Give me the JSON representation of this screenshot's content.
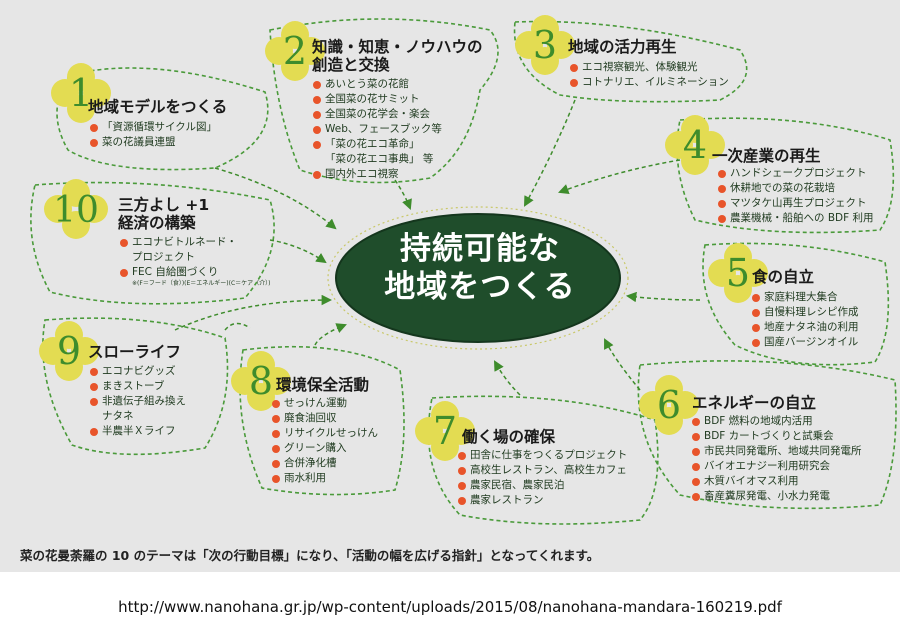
{
  "center": {
    "line1": "持続可能な",
    "line2": "地域をつくる"
  },
  "colors": {
    "bubble_border": "#4a9a3a",
    "center_fill": "#1f4d2b",
    "clover": "#e3dc52",
    "numeral": "#3e8c2c",
    "bullet": "#e8542a"
  },
  "themes": [
    {
      "id": "t1",
      "number": "1",
      "title": "地域モデルをつくる",
      "title2": "",
      "items": [
        "「資源循環サイクル図」",
        "菜の花議員連盟"
      ]
    },
    {
      "id": "t2",
      "number": "2",
      "title": "知識・知恵・ノウハウの",
      "title2": "創造と交換",
      "items": [
        "あいとう菜の花館",
        "全国菜の花サミット",
        "全国菜の花学会・楽会",
        "Web、フェースブック等",
        "「菜の花エコ革命」",
        "「菜の花エコ事典」 等",
        "国内外エコ視察"
      ]
    },
    {
      "id": "t3",
      "number": "3",
      "title": "地域の活力再生",
      "title2": "",
      "items": [
        "エコ視察観光、体験観光",
        "コトナリエ、イルミネーション"
      ]
    },
    {
      "id": "t4",
      "number": "4",
      "title": "一次産業の再生",
      "title2": "",
      "items": [
        "ハンドシェークプロジェクト",
        "休耕地での菜の花栽培",
        "マツタケ山再生プロジェクト",
        "農業機械・船舶への BDF 利用"
      ]
    },
    {
      "id": "t5",
      "number": "5",
      "title": "食の自立",
      "title2": "",
      "items": [
        "家庭料理大集合",
        "自慢料理レシピ作成",
        "地産ナタネ油の利用",
        "国産バージンオイル"
      ]
    },
    {
      "id": "t6",
      "number": "6",
      "title": "エネルギーの自立",
      "title2": "",
      "items": [
        "BDF 燃料の地域内活用",
        "BDF カートづくりと試乗会",
        "市民共同発電所、地域共同発電所",
        "バイオエナジー利用研究会",
        "木質バイオマス利用",
        "畜産糞尿発電、小水力発電"
      ]
    },
    {
      "id": "t7",
      "number": "7",
      "title": "働く場の確保",
      "title2": "",
      "items": [
        "田舎に仕事をつくるプロジェクト",
        "高校生レストラン、高校生カフェ",
        "農家民宿、農家民泊",
        "農家レストラン"
      ]
    },
    {
      "id": "t8",
      "number": "8",
      "title": "環境保全活動",
      "title2": "",
      "items": [
        "せっけん運動",
        "廃食油回収",
        "リサイクルせっけん",
        "グリーン購入",
        "合併浄化槽",
        "雨水利用"
      ]
    },
    {
      "id": "t9",
      "number": "9",
      "title": "スローライフ",
      "title2": "",
      "items": [
        "エコナビグッズ",
        "まきストーブ",
        "非遺伝子組み換え",
        "ナタネ",
        "半農半Ｘライフ"
      ]
    },
    {
      "id": "t10",
      "number": "10",
      "title": "三方よし +1",
      "title2": "経済の構築",
      "items": [
        "エコナビトルネード・",
        "プロジェクト",
        "FEC 自給圏づくり",
        "※(F＝フード（食）)(E＝エネルギー)(C＝ケア（介）)"
      ]
    }
  ],
  "caption": "菜の花曼荼羅の 10 のテーマは「次の行動目標」になり、「活動の幅を広げる指針」となってくれます。",
  "source_url": "http://www.nanohana.gr.jp/wp-content/uploads/2015/08/nanohana-mandara-160219.pdf"
}
